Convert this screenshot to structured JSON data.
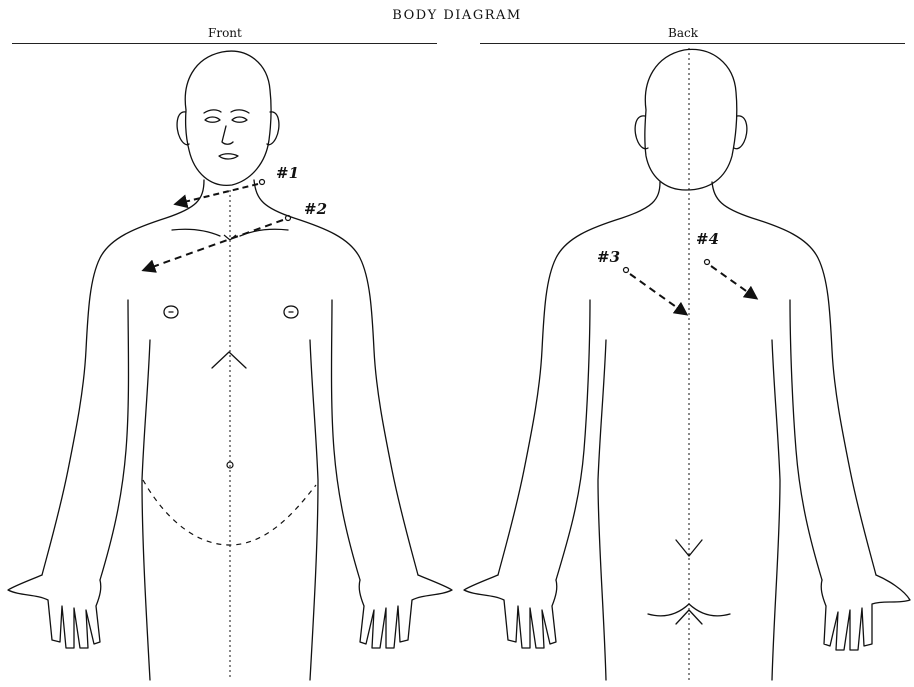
{
  "title": "BODY DIAGRAM",
  "views": {
    "front": {
      "label": "Front"
    },
    "back": {
      "label": "Back"
    }
  },
  "markers": [
    {
      "id": "marker-1",
      "label": "#1"
    },
    {
      "id": "marker-2",
      "label": "#2"
    },
    {
      "id": "marker-3",
      "label": "#3"
    },
    {
      "id": "marker-4",
      "label": "#4"
    }
  ],
  "colors": {
    "ink": "#111111",
    "background": "#ffffff"
  }
}
